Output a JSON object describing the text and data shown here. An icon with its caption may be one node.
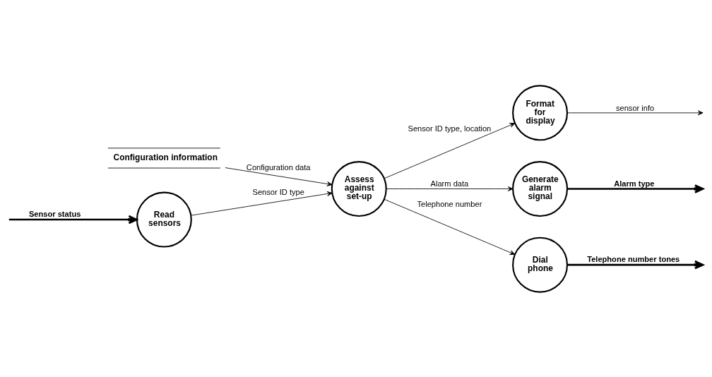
{
  "diagram": {
    "nodes": [
      {
        "text": [
          "Configuration information"
        ]
      },
      {
        "text": [
          "Assess against set-up"
        ]
      },
      {
        "text": [
          "Format for display"
        ]
      },
      {
        "text": [
          "Generate alarm signal"
        ]
      },
      {
        "text": [
          "Read sensors"
        ]
      },
      {
        "text": [
          "Dial phone"
        ]
      }
    ],
    "edges": [
      {
        "from": 0,
        "to": 1,
        "arrow": "to",
        "label": "Configuration data"
      },
      {
        "from": 1,
        "to": 2,
        "arrow": "to",
        "label": "Sensor ID type, location"
      },
      {
        "from": 2,
        "to": null,
        "arrow": "to",
        "label": "sensor info"
      },
      {
        "from": 1,
        "to": 3,
        "arrow": "to",
        "label": "Alarm data"
      },
      {
        "from": 3,
        "to": null,
        "arrow": "to",
        "label": "Alarm type",
        "style": "thick"
      },
      {
        "from": null,
        "to": 4,
        "arrow": "to",
        "label": "Sensor status",
        "style": "thick"
      },
      {
        "from": 4,
        "to": 1,
        "arrow": "to",
        "label": "Sensor ID type"
      },
      {
        "from": 1,
        "to": 5,
        "arrow": "to",
        "label": "Telephone number"
      },
      {
        "from": 5,
        "to": null,
        "arrow": "to",
        "label": "Telephone number tones",
        "style": "thick"
      }
    ]
  }
}
